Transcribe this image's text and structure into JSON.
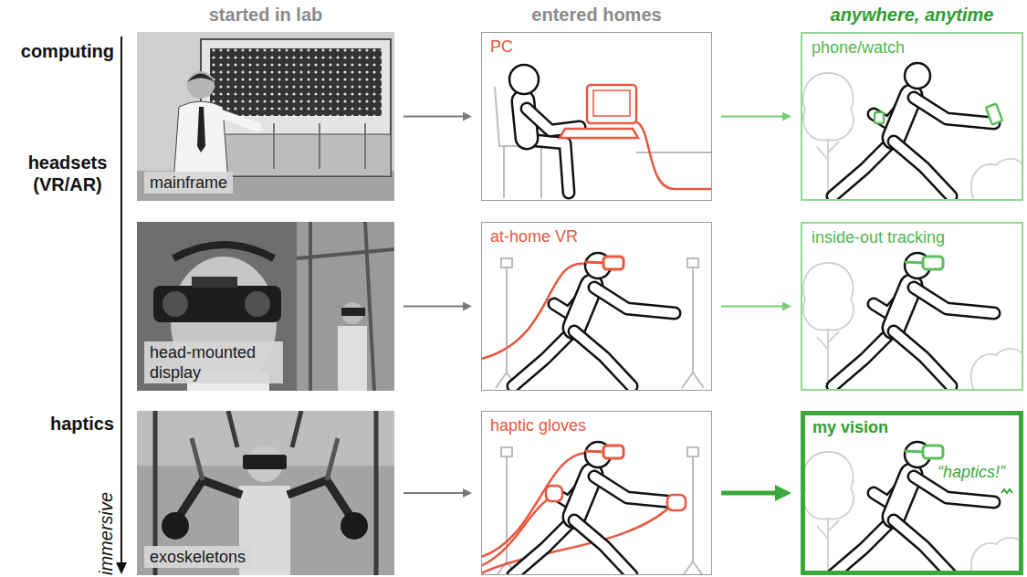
{
  "diagram": {
    "nodes": [
      {
        "text": [
          "mainframe"
        ]
      },
      {
        "text": [
          "PC"
        ]
      },
      {
        "text": [
          "phone/watch"
        ]
      },
      {
        "text": [
          "head-mounted display"
        ]
      },
      {
        "text": [
          "at-home VR"
        ]
      },
      {
        "text": [
          "inside-out tracking"
        ]
      },
      {
        "text": [
          "exoskeletons"
        ]
      },
      {
        "text": [
          "haptic gloves"
        ]
      },
      {
        "text": [
          "my vision",
          "“haptics!”"
        ]
      }
    ],
    "edges": [
      {
        "from": 0,
        "to": 1,
        "arrow": "to"
      },
      {
        "from": 1,
        "to": 2,
        "arrow": "to"
      },
      {
        "from": 3,
        "to": 4,
        "arrow": "to"
      },
      {
        "from": 4,
        "to": 5,
        "arrow": "to"
      },
      {
        "from": 6,
        "to": 7,
        "arrow": "to"
      },
      {
        "from": 7,
        "to": 8,
        "arrow": "to"
      }
    ],
    "labels": [
      "started in lab",
      "entered homes",
      "anywhere, anytime",
      "computing",
      "headsets (VR/AR)",
      "haptics",
      "immersive"
    ]
  }
}
